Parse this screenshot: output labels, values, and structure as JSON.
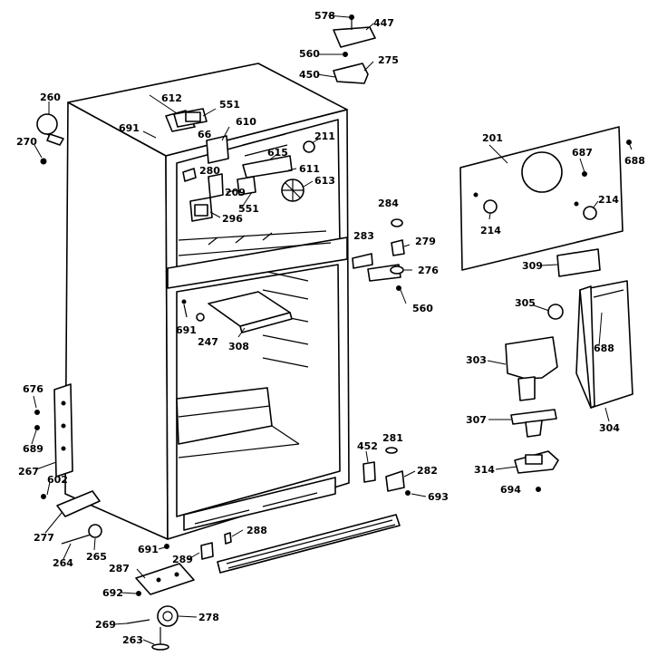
{
  "callouts": {
    "c578": "578",
    "c447": "447",
    "c560a": "560",
    "c275": "275",
    "c450": "450",
    "c260": "260",
    "c270": "270",
    "c612": "612",
    "c551a": "551",
    "c691a": "691",
    "c610": "610",
    "c66": "66",
    "c211": "211",
    "c615": "615",
    "c280": "280",
    "c611": "611",
    "c209": "209",
    "c613": "613",
    "c551b": "551",
    "c296": "296",
    "c201": "201",
    "c687": "687",
    "c688a": "688",
    "c214a": "214",
    "c214b": "214",
    "c284": "284",
    "c283": "283",
    "c279": "279",
    "c276": "276",
    "c560b": "560",
    "c309": "309",
    "c305": "305",
    "c691b": "691",
    "c247": "247",
    "c308": "308",
    "c688b": "688",
    "c303": "303",
    "c676": "676",
    "c689": "689",
    "c304": "304",
    "c307": "307",
    "c267": "267",
    "c602": "602",
    "c452": "452",
    "c281": "281",
    "c282": "282",
    "c314": "314",
    "c693": "693",
    "c694": "694",
    "c277": "277",
    "c288": "288",
    "c264": "264",
    "c265": "265",
    "c691c": "691",
    "c289": "289",
    "c287": "287",
    "c692": "692",
    "c269": "269",
    "c278": "278",
    "c263": "263"
  }
}
